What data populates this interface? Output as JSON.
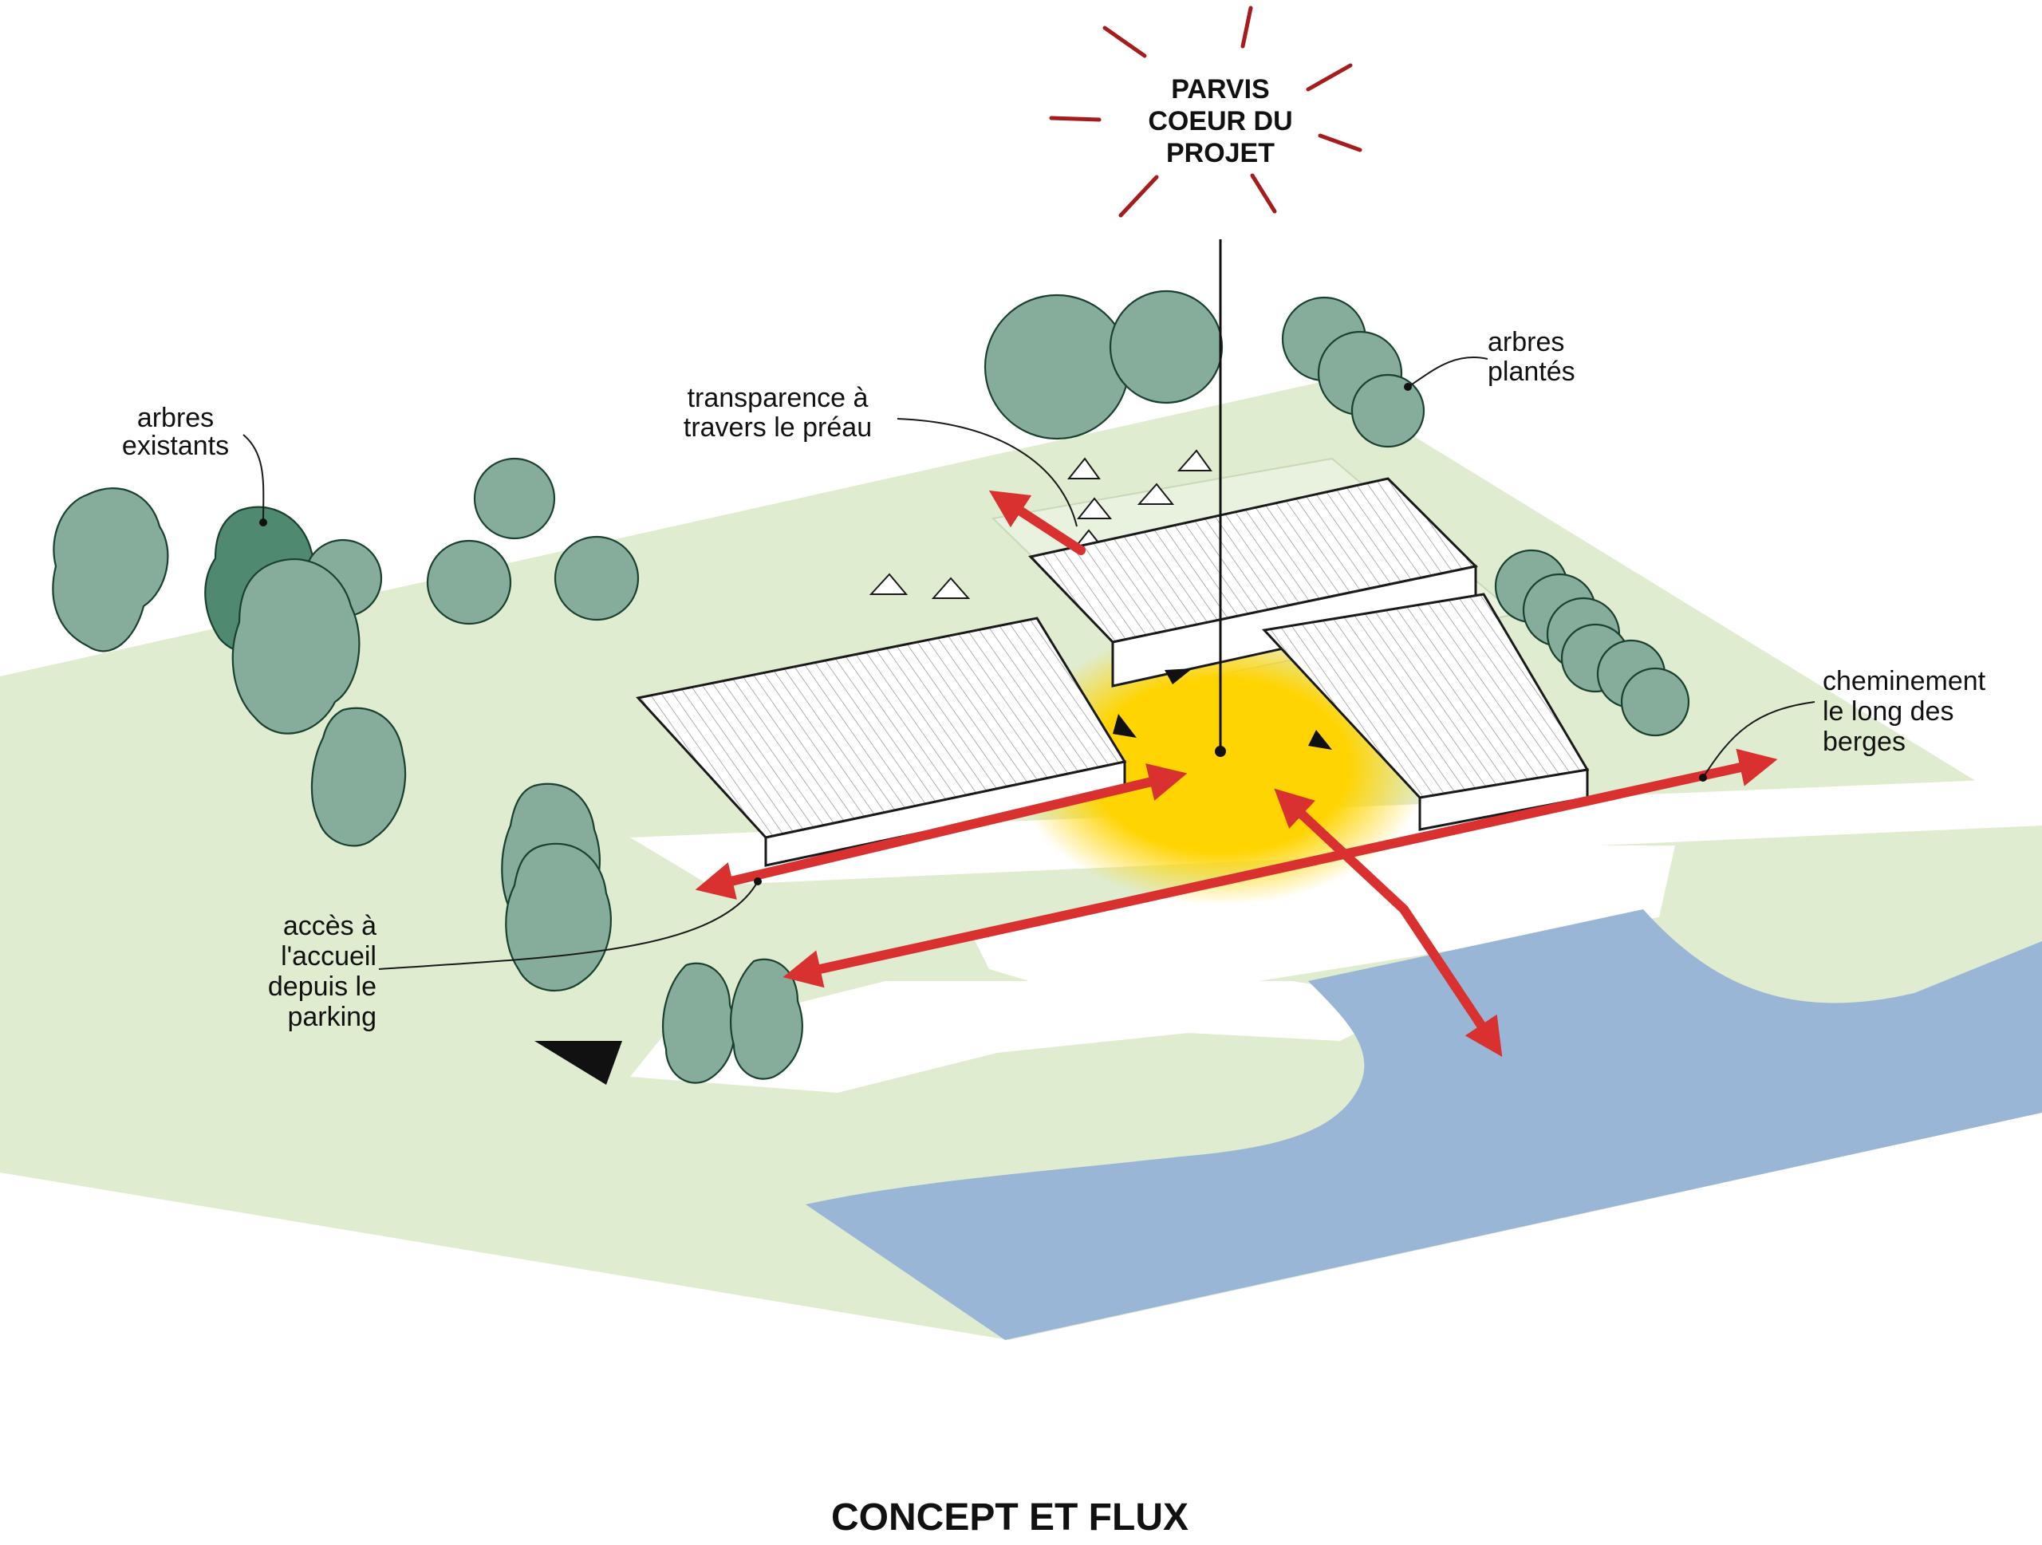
{
  "figure": {
    "title": "CONCEPT ET FLUX",
    "highlight": {
      "line1": "PARVIS",
      "line2": "COEUR DU",
      "line3": "PROJET"
    },
    "labels": {
      "existing_trees": {
        "line1": "arbres",
        "line2": "existants"
      },
      "planted_trees": {
        "line1": "arbres",
        "line2": "plantés"
      },
      "transparency": {
        "line1": "transparence à",
        "line2": "travers le préau"
      },
      "riverside_path": {
        "line1": "cheminement",
        "line2": "le long des",
        "line3": "berges"
      },
      "reception_access": {
        "line1": "accès à",
        "line2": "l'accueil",
        "line3": "depuis le",
        "line4": "parking"
      }
    }
  },
  "colors": {
    "ground": "#dfeccf",
    "grass_light": "#e9f2df",
    "path": "#ffffff",
    "water": "#9ab6d6",
    "tree": "#86ac9b",
    "tree_dark": "#4f8a70",
    "plaza": "#ffd400",
    "flow_arrow": "#d93030",
    "sun_rays": "#a61b1b",
    "outline": "#1a1a1a"
  }
}
